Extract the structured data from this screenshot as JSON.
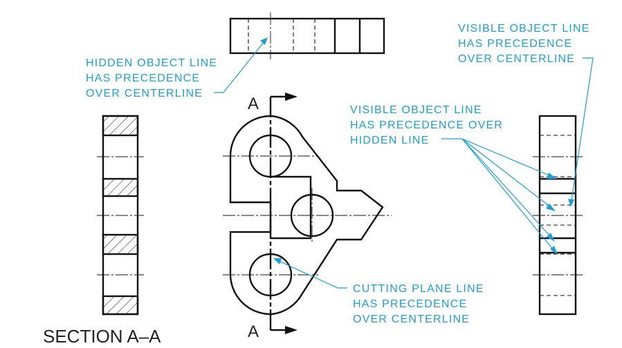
{
  "notes": {
    "hidden_over_center": [
      "HIDDEN OBJECT LINE",
      "HAS PRECEDENCE",
      "OVER CENTERLINE"
    ],
    "visible_over_center": [
      "VISIBLE OBJECT LINE",
      "HAS PRECEDENCE",
      "OVER CENTERLINE"
    ],
    "visible_over_hidden": [
      "VISIBLE OBJECT LINE",
      "HAS PRECEDENCE OVER",
      "HIDDEN LINE"
    ],
    "cutting_over_center": [
      "CUTTING PLANE LINE",
      "HAS PRECEDENCE",
      "OVER CENTERLINE"
    ]
  },
  "labels": {
    "cut_top": "A",
    "cut_bottom": "A",
    "section_title": "SECTION A–A"
  },
  "colors": {
    "leader": "#1a9fd8",
    "line": "#111111"
  }
}
